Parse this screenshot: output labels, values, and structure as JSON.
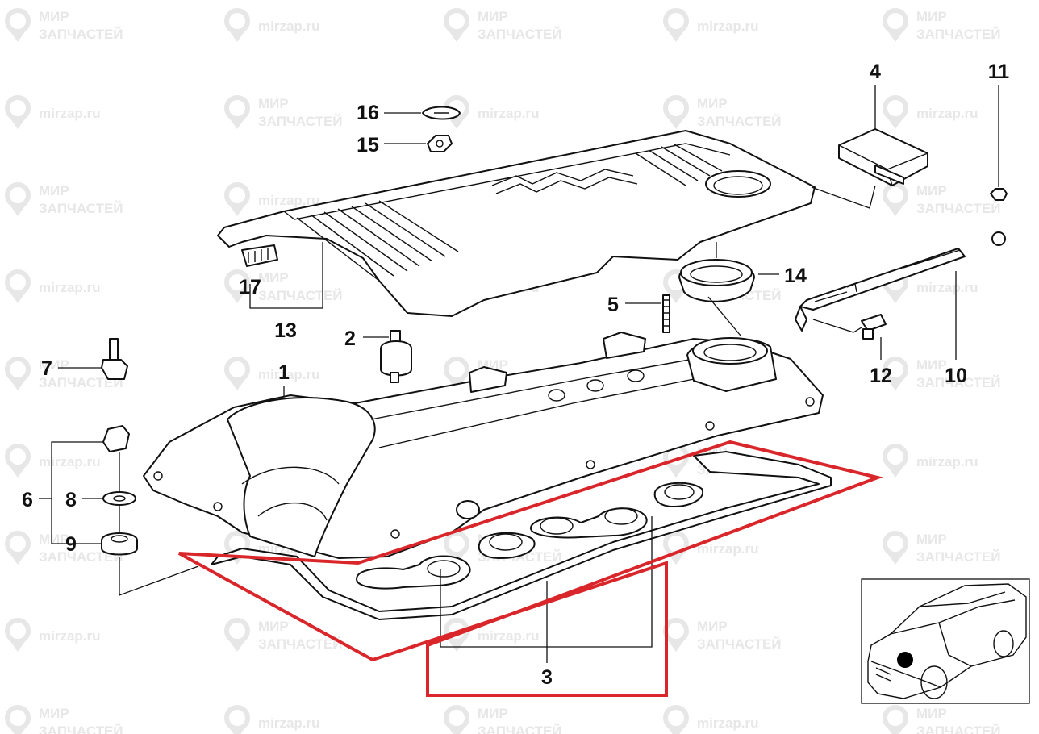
{
  "watermark": {
    "brand_line1": "МИР",
    "brand_line2": "ЗАПЧАСТЕЙ",
    "domain": "mirzap.ru",
    "color": "#e7e7e7"
  },
  "callouts": [
    {
      "id": "1",
      "label": "1"
    },
    {
      "id": "2",
      "label": "2"
    },
    {
      "id": "3",
      "label": "3"
    },
    {
      "id": "4",
      "label": "4"
    },
    {
      "id": "5",
      "label": "5"
    },
    {
      "id": "6",
      "label": "6"
    },
    {
      "id": "7",
      "label": "7"
    },
    {
      "id": "8",
      "label": "8"
    },
    {
      "id": "9",
      "label": "9"
    },
    {
      "id": "10",
      "label": "10"
    },
    {
      "id": "11",
      "label": "11"
    },
    {
      "id": "12",
      "label": "12"
    },
    {
      "id": "13",
      "label": "13"
    },
    {
      "id": "14",
      "label": "14"
    },
    {
      "id": "15",
      "label": "15"
    },
    {
      "id": "16",
      "label": "16"
    },
    {
      "id": "17",
      "label": "17"
    }
  ],
  "highlight_color": "#d9262b",
  "icons": {
    "locator": "car-location-icon",
    "watermark": "location-pin-icon"
  }
}
